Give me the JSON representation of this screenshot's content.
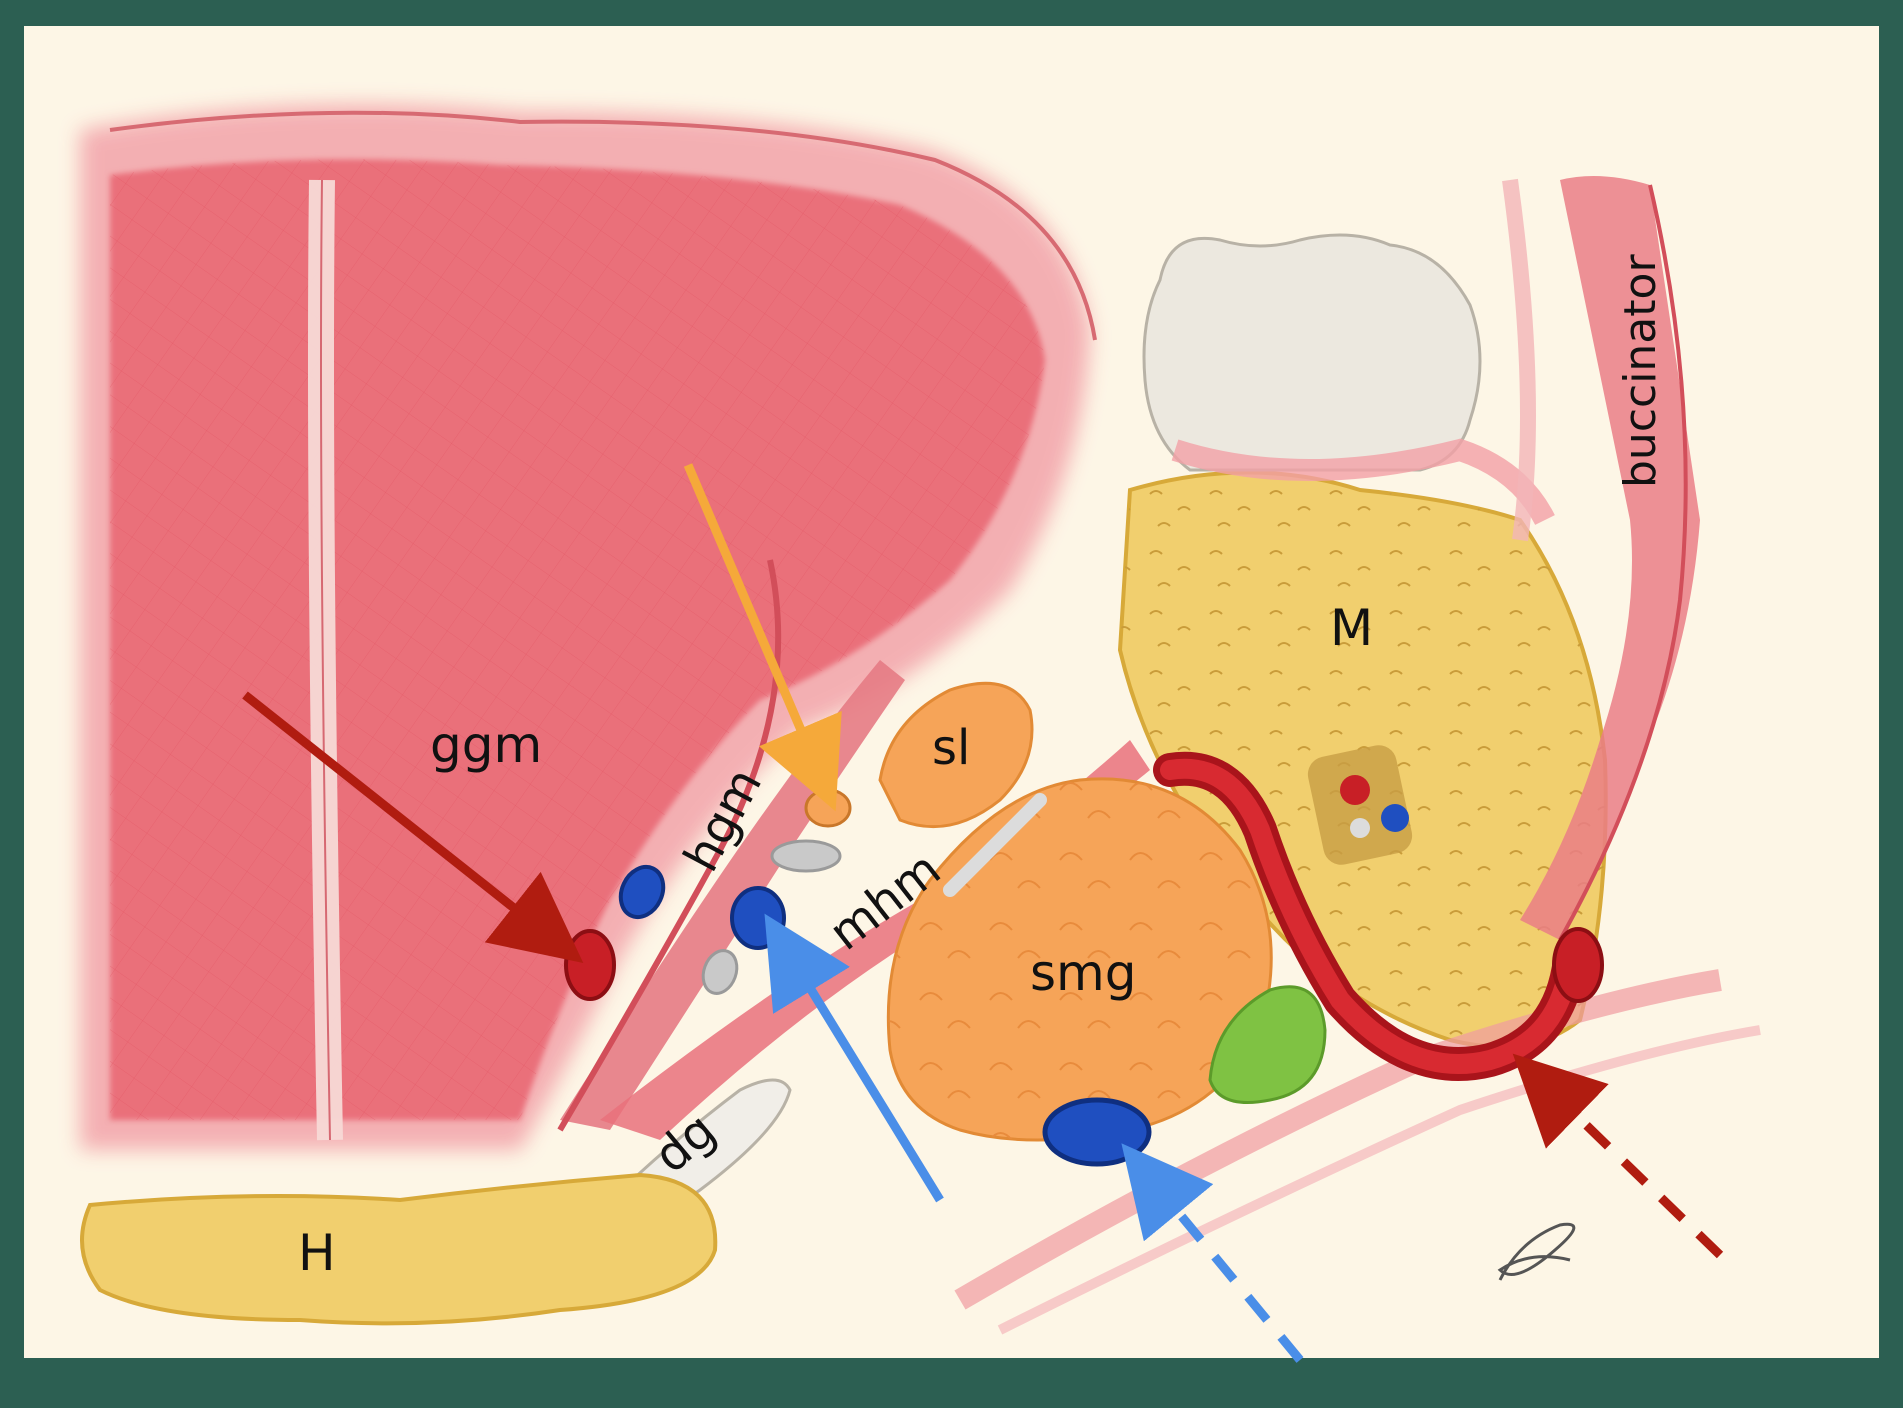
{
  "figure": {
    "frame_color": "#2c5f52",
    "paper_color": "#fdf6e6"
  },
  "labels": {
    "ggm": "ggm",
    "hgm": "hgm",
    "mhm": "mhm",
    "sl": "sl",
    "smg": "smg",
    "M": "M",
    "dg": "dg",
    "H": "H",
    "buccinator": "buccinator"
  },
  "arrows": {
    "dark_red": "#b01c10",
    "orange": "#f5a93a",
    "blue": "#4a8ee8"
  },
  "colors": {
    "muscle": "#e9707a",
    "muscle_light": "#f4a9ae",
    "bone": "#f1cf6e",
    "gland": "#f6a458",
    "artery": "#c81f26",
    "vein": "#1f4fc0",
    "nerve": "#c9c9c9",
    "green_node": "#7fc243",
    "tooth": "#ece8df"
  }
}
